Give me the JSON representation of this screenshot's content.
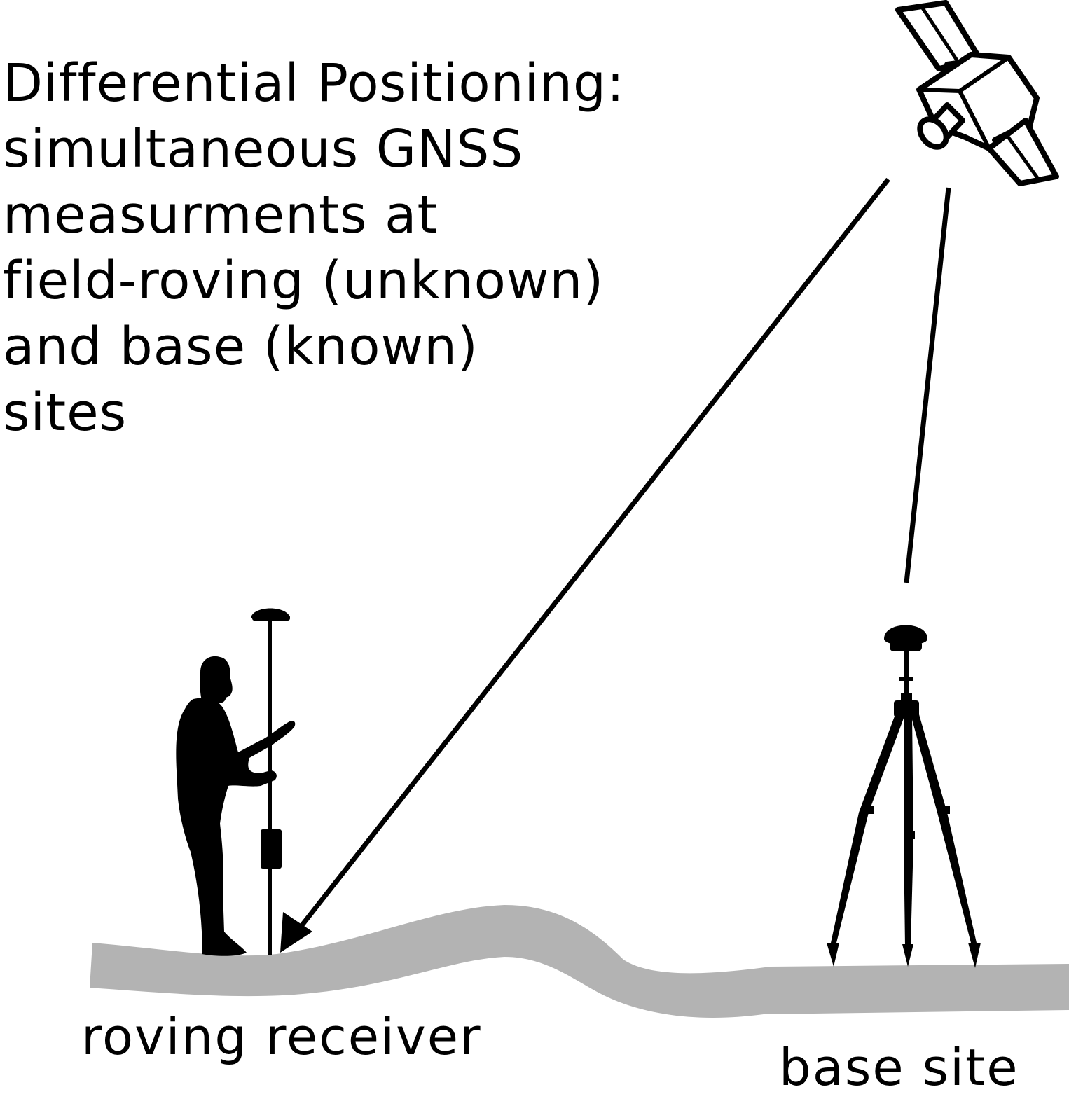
{
  "title": {
    "lines": [
      "Differential Positioning:",
      "simultaneous GNSS",
      "measurments at",
      "field-roving (unknown)",
      "and base (known)",
      "sites"
    ]
  },
  "labels": {
    "rover": "roving receiver",
    "base": "base site"
  },
  "colors": {
    "ground": "#b3b3b3",
    "ink": "#000000",
    "background": "#ffffff"
  },
  "icons": {
    "satellite": "satellite-icon",
    "surveyor": "surveyor-icon",
    "tripod": "tripod-icon"
  }
}
